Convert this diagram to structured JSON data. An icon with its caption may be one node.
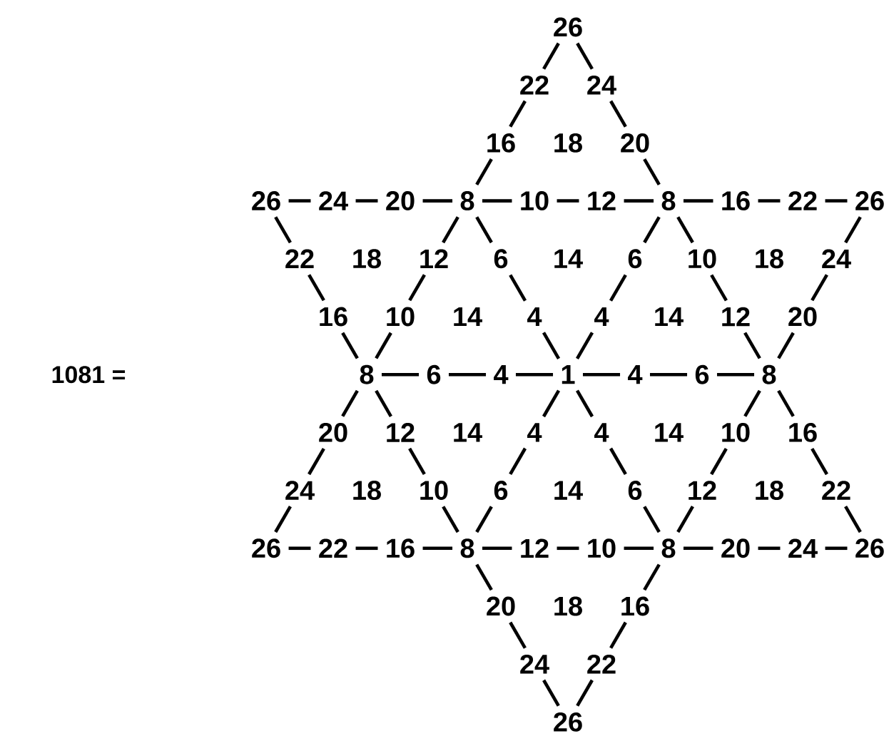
{
  "diagram": {
    "nodes": [
      {
        "text": [
          "26"
        ]
      },
      {
        "text": [
          "22"
        ]
      },
      {
        "text": [
          "24"
        ]
      },
      {
        "text": [
          "16"
        ]
      },
      {
        "text": [
          "20"
        ]
      },
      {
        "text": [
          "26"
        ]
      },
      {
        "text": [
          "24"
        ]
      },
      {
        "text": [
          "20"
        ]
      },
      {
        "text": [
          "8"
        ]
      },
      {
        "text": [
          "10"
        ]
      },
      {
        "text": [
          "12"
        ]
      },
      {
        "text": [
          "8"
        ]
      },
      {
        "text": [
          "16"
        ]
      },
      {
        "text": [
          "22"
        ]
      },
      {
        "text": [
          "26"
        ]
      },
      {
        "text": [
          "22"
        ]
      },
      {
        "text": [
          "12"
        ]
      },
      {
        "text": [
          "6"
        ]
      },
      {
        "text": [
          "6"
        ]
      },
      {
        "text": [
          "10"
        ]
      },
      {
        "text": [
          "24"
        ]
      },
      {
        "text": [
          "16"
        ]
      },
      {
        "text": [
          "10"
        ]
      },
      {
        "text": [
          "4"
        ]
      },
      {
        "text": [
          "4"
        ]
      },
      {
        "text": [
          "12"
        ]
      },
      {
        "text": [
          "20"
        ]
      },
      {
        "text": [
          "8"
        ]
      },
      {
        "text": [
          "6"
        ]
      },
      {
        "text": [
          "4"
        ]
      },
      {
        "text": [
          "1"
        ]
      },
      {
        "text": [
          "4"
        ]
      },
      {
        "text": [
          "6"
        ]
      },
      {
        "text": [
          "8"
        ]
      },
      {
        "text": [
          "20"
        ]
      },
      {
        "text": [
          "12"
        ]
      },
      {
        "text": [
          "4"
        ]
      },
      {
        "text": [
          "4"
        ]
      },
      {
        "text": [
          "10"
        ]
      },
      {
        "text": [
          "16"
        ]
      },
      {
        "text": [
          "24"
        ]
      },
      {
        "text": [
          "10"
        ]
      },
      {
        "text": [
          "6"
        ]
      },
      {
        "text": [
          "6"
        ]
      },
      {
        "text": [
          "12"
        ]
      },
      {
        "text": [
          "22"
        ]
      },
      {
        "text": [
          "26"
        ]
      },
      {
        "text": [
          "22"
        ]
      },
      {
        "text": [
          "16"
        ]
      },
      {
        "text": [
          "8"
        ]
      },
      {
        "text": [
          "12"
        ]
      },
      {
        "text": [
          "10"
        ]
      },
      {
        "text": [
          "8"
        ]
      },
      {
        "text": [
          "20"
        ]
      },
      {
        "text": [
          "24"
        ]
      },
      {
        "text": [
          "26"
        ]
      },
      {
        "text": [
          "20"
        ]
      },
      {
        "text": [
          "16"
        ]
      },
      {
        "text": [
          "24"
        ]
      },
      {
        "text": [
          "22"
        ]
      },
      {
        "text": [
          "26"
        ]
      }
    ],
    "edges": [
      {
        "from": 0,
        "to": 1,
        "arrow": "none"
      },
      {
        "from": 1,
        "to": 3,
        "arrow": "none"
      },
      {
        "from": 3,
        "to": 8,
        "arrow": "none"
      },
      {
        "from": 8,
        "to": 16,
        "arrow": "none"
      },
      {
        "from": 16,
        "to": 22,
        "arrow": "none"
      },
      {
        "from": 22,
        "to": 27,
        "arrow": "none"
      },
      {
        "from": 27,
        "to": 34,
        "arrow": "none"
      },
      {
        "from": 34,
        "to": 40,
        "arrow": "none"
      },
      {
        "from": 40,
        "to": 46,
        "arrow": "none"
      },
      {
        "from": 0,
        "to": 2,
        "arrow": "none"
      },
      {
        "from": 2,
        "to": 4,
        "arrow": "none"
      },
      {
        "from": 4,
        "to": 11,
        "arrow": "none"
      },
      {
        "from": 11,
        "to": 19,
        "arrow": "none"
      },
      {
        "from": 19,
        "to": 25,
        "arrow": "none"
      },
      {
        "from": 25,
        "to": 33,
        "arrow": "none"
      },
      {
        "from": 33,
        "to": 39,
        "arrow": "none"
      },
      {
        "from": 39,
        "to": 45,
        "arrow": "none"
      },
      {
        "from": 45,
        "to": 55,
        "arrow": "none"
      },
      {
        "from": 5,
        "to": 15,
        "arrow": "none"
      },
      {
        "from": 15,
        "to": 21,
        "arrow": "none"
      },
      {
        "from": 21,
        "to": 27,
        "arrow": "none"
      },
      {
        "from": 27,
        "to": 35,
        "arrow": "none"
      },
      {
        "from": 35,
        "to": 41,
        "arrow": "none"
      },
      {
        "from": 41,
        "to": 49,
        "arrow": "none"
      },
      {
        "from": 49,
        "to": 56,
        "arrow": "none"
      },
      {
        "from": 56,
        "to": 58,
        "arrow": "none"
      },
      {
        "from": 58,
        "to": 60,
        "arrow": "none"
      },
      {
        "from": 14,
        "to": 20,
        "arrow": "none"
      },
      {
        "from": 20,
        "to": 26,
        "arrow": "none"
      },
      {
        "from": 26,
        "to": 33,
        "arrow": "none"
      },
      {
        "from": 33,
        "to": 38,
        "arrow": "none"
      },
      {
        "from": 38,
        "to": 44,
        "arrow": "none"
      },
      {
        "from": 44,
        "to": 52,
        "arrow": "none"
      },
      {
        "from": 52,
        "to": 57,
        "arrow": "none"
      },
      {
        "from": 57,
        "to": 59,
        "arrow": "none"
      },
      {
        "from": 59,
        "to": 60,
        "arrow": "none"
      },
      {
        "from": 5,
        "to": 6,
        "arrow": "none"
      },
      {
        "from": 6,
        "to": 7,
        "arrow": "none"
      },
      {
        "from": 7,
        "to": 8,
        "arrow": "none"
      },
      {
        "from": 8,
        "to": 9,
        "arrow": "none"
      },
      {
        "from": 9,
        "to": 10,
        "arrow": "none"
      },
      {
        "from": 10,
        "to": 11,
        "arrow": "none"
      },
      {
        "from": 11,
        "to": 12,
        "arrow": "none"
      },
      {
        "from": 12,
        "to": 13,
        "arrow": "none"
      },
      {
        "from": 13,
        "to": 14,
        "arrow": "none"
      },
      {
        "from": 46,
        "to": 47,
        "arrow": "none"
      },
      {
        "from": 47,
        "to": 48,
        "arrow": "none"
      },
      {
        "from": 48,
        "to": 49,
        "arrow": "none"
      },
      {
        "from": 49,
        "to": 50,
        "arrow": "none"
      },
      {
        "from": 50,
        "to": 51,
        "arrow": "none"
      },
      {
        "from": 51,
        "to": 52,
        "arrow": "none"
      },
      {
        "from": 52,
        "to": 53,
        "arrow": "none"
      },
      {
        "from": 53,
        "to": 54,
        "arrow": "none"
      },
      {
        "from": 54,
        "to": 55,
        "arrow": "none"
      },
      {
        "from": 27,
        "to": 28,
        "arrow": "none"
      },
      {
        "from": 28,
        "to": 29,
        "arrow": "none"
      },
      {
        "from": 29,
        "to": 30,
        "arrow": "none"
      },
      {
        "from": 30,
        "to": 31,
        "arrow": "none"
      },
      {
        "from": 31,
        "to": 32,
        "arrow": "none"
      },
      {
        "from": 32,
        "to": 33,
        "arrow": "none"
      },
      {
        "from": 8,
        "to": 17,
        "arrow": "none"
      },
      {
        "from": 17,
        "to": 23,
        "arrow": "none"
      },
      {
        "from": 23,
        "to": 30,
        "arrow": "none"
      },
      {
        "from": 30,
        "to": 37,
        "arrow": "none"
      },
      {
        "from": 37,
        "to": 43,
        "arrow": "none"
      },
      {
        "from": 43,
        "to": 52,
        "arrow": "none"
      },
      {
        "from": 11,
        "to": 18,
        "arrow": "none"
      },
      {
        "from": 18,
        "to": 24,
        "arrow": "none"
      },
      {
        "from": 24,
        "to": 30,
        "arrow": "none"
      },
      {
        "from": 30,
        "to": 36,
        "arrow": "none"
      },
      {
        "from": 36,
        "to": 42,
        "arrow": "none"
      },
      {
        "from": 42,
        "to": 49,
        "arrow": "none"
      }
    ],
    "labels": [
      "18",
      "18",
      "14",
      "18",
      "14",
      "14",
      "1081 =",
      "14",
      "14",
      "18",
      "14",
      "18",
      "18"
    ]
  }
}
